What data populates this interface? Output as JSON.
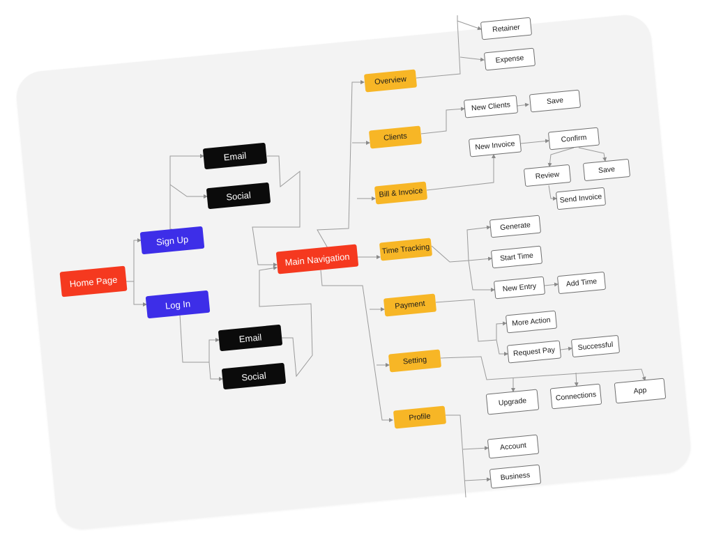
{
  "diagram": {
    "root": {
      "label": "Home Page"
    },
    "auth": {
      "sign_up": {
        "label": "Sign Up",
        "children": [
          "Email",
          "Social"
        ]
      },
      "log_in": {
        "label": "Log In",
        "children": [
          "Email",
          "Social"
        ]
      }
    },
    "main_navigation": {
      "label": "Main Navigation"
    },
    "sections": {
      "overview": {
        "label": "Overview",
        "children": [
          "Retainer",
          "Expense"
        ]
      },
      "clients": {
        "label": "Clients",
        "children": [
          "New Clients",
          "Save"
        ]
      },
      "bill_invoice": {
        "label": "Bill & Invoice",
        "children": [
          "New Invoice",
          "Confirm",
          "Review",
          "Save",
          "Send Invoice"
        ]
      },
      "time_tracking": {
        "label": "Time Tracking",
        "children": [
          "Generate",
          "Start Time",
          "New Entry",
          "Add Time"
        ]
      },
      "payment": {
        "label": "Payment",
        "children": [
          "More Action",
          "Request Pay",
          "Successful"
        ]
      },
      "setting": {
        "label": "Setting",
        "children": [
          "Upgrade",
          "Connections",
          "App"
        ]
      },
      "profile": {
        "label": "Profile",
        "children": [
          "Account",
          "Business"
        ]
      }
    }
  },
  "colors": {
    "background_card": "#f3f3f3",
    "root": "#f5391f",
    "auth": "#3d2ee8",
    "auth_child": "#0b0b0b",
    "section": "#f7b626",
    "leaf_border": "#6e6e6e",
    "wire": "#9a9a9a"
  }
}
